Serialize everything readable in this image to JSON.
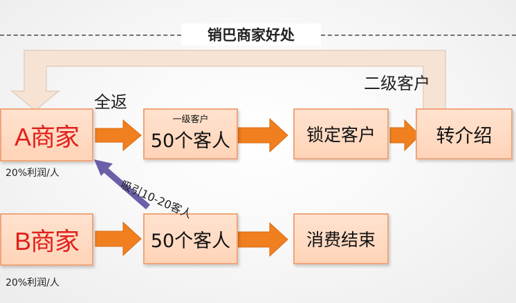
{
  "title": "销巴商家好处",
  "nodes": {
    "merchant_a": "A商家",
    "merchant_b": "B商家",
    "a_customers_top": "一级客户",
    "a_customers_main": "50个客人",
    "lock_customers": "锁定客户",
    "referral": "转介绍",
    "b_customers": "50个客人",
    "consumption_end": "消费结束"
  },
  "labels": {
    "full_rebate": "全返",
    "second_level": "二级客户",
    "attract": "吸引10-20客人",
    "profit_a": "20%利润/人",
    "profit_b": "20%利润/人"
  },
  "colors": {
    "box_fill": "#ffd9c2",
    "box_border": "#f0a57a",
    "arrow_orange": "#f07f1f",
    "arrow_purple": "#6b5fa7",
    "loop_arrow": "#f6e0cf",
    "brand_red": "#e0201a"
  }
}
